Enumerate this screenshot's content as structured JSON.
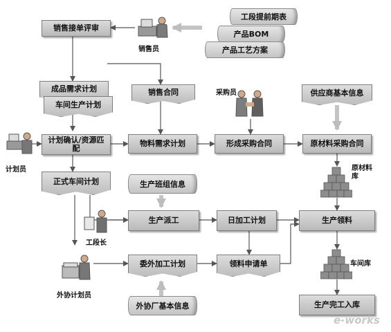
{
  "nodes": {
    "sales_review": "销售接单评审",
    "finished_demand": "成品需求计划",
    "workshop_plan": "车间生产计划",
    "sales_contract": "销售合同",
    "plan_confirm": "计划确认/资源匹配",
    "material_demand": "物料需求计划",
    "purchase_contract": "形成采购合同",
    "raw_purchase": "原材料采购合同",
    "formal_plan": "正式车间计划",
    "team_info": "生产班组信息",
    "dispatch": "生产派工",
    "daily_plan": "日加工计划",
    "material_pick": "生产领料",
    "outsource_plan": "委外加工计划",
    "requisition": "领料申请单",
    "completion": "生产完工入库",
    "outsource_info": "外协厂基本信息",
    "supplier_info": "供应商基本信息",
    "section_schedule": "工段提前期表",
    "bom": "产品BOM",
    "process_plan": "产品工艺方案"
  },
  "actors": {
    "salesperson": "销售员",
    "buyer": "采购员",
    "planner": "计划员",
    "foreman": "工段长",
    "outsource_planner": "外协计划员"
  },
  "warehouses": {
    "raw": "原材料\n库",
    "workshop": "车间库"
  },
  "watermark": "e-works"
}
